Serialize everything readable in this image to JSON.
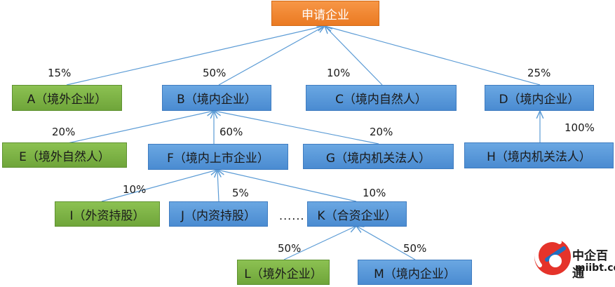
{
  "nodes": {
    "root": "申请企业",
    "A": "A（境外企业）",
    "B": "B（境内企业）",
    "C": "C（境内自然人）",
    "D": "D（境内企业）",
    "E": "E（境外自然人）",
    "F": "F（境内上市企业）",
    "G": "G（境内机关法人）",
    "H": "H（境内机关法人）",
    "I": "I（外资持股）",
    "J": "J（内资持股）",
    "K": "K（合资企业）",
    "L": "L（境外企业）",
    "M": "M（境内企业）"
  },
  "percentages": {
    "A": "15%",
    "B": "50%",
    "C": "10%",
    "D": "25%",
    "E": "20%",
    "F": "60%",
    "G": "20%",
    "H": "100%",
    "I": "10%",
    "J": "5%",
    "K": "10%",
    "L": "50%",
    "M": "50%"
  },
  "ellipsis": "......",
  "logo": {
    "name": "中企百通",
    "url": "miibt.com"
  },
  "colors": {
    "blue": "#4a8bd1",
    "green": "#6fa53a",
    "orange": "#f79646",
    "line": "#5b9bd5"
  }
}
